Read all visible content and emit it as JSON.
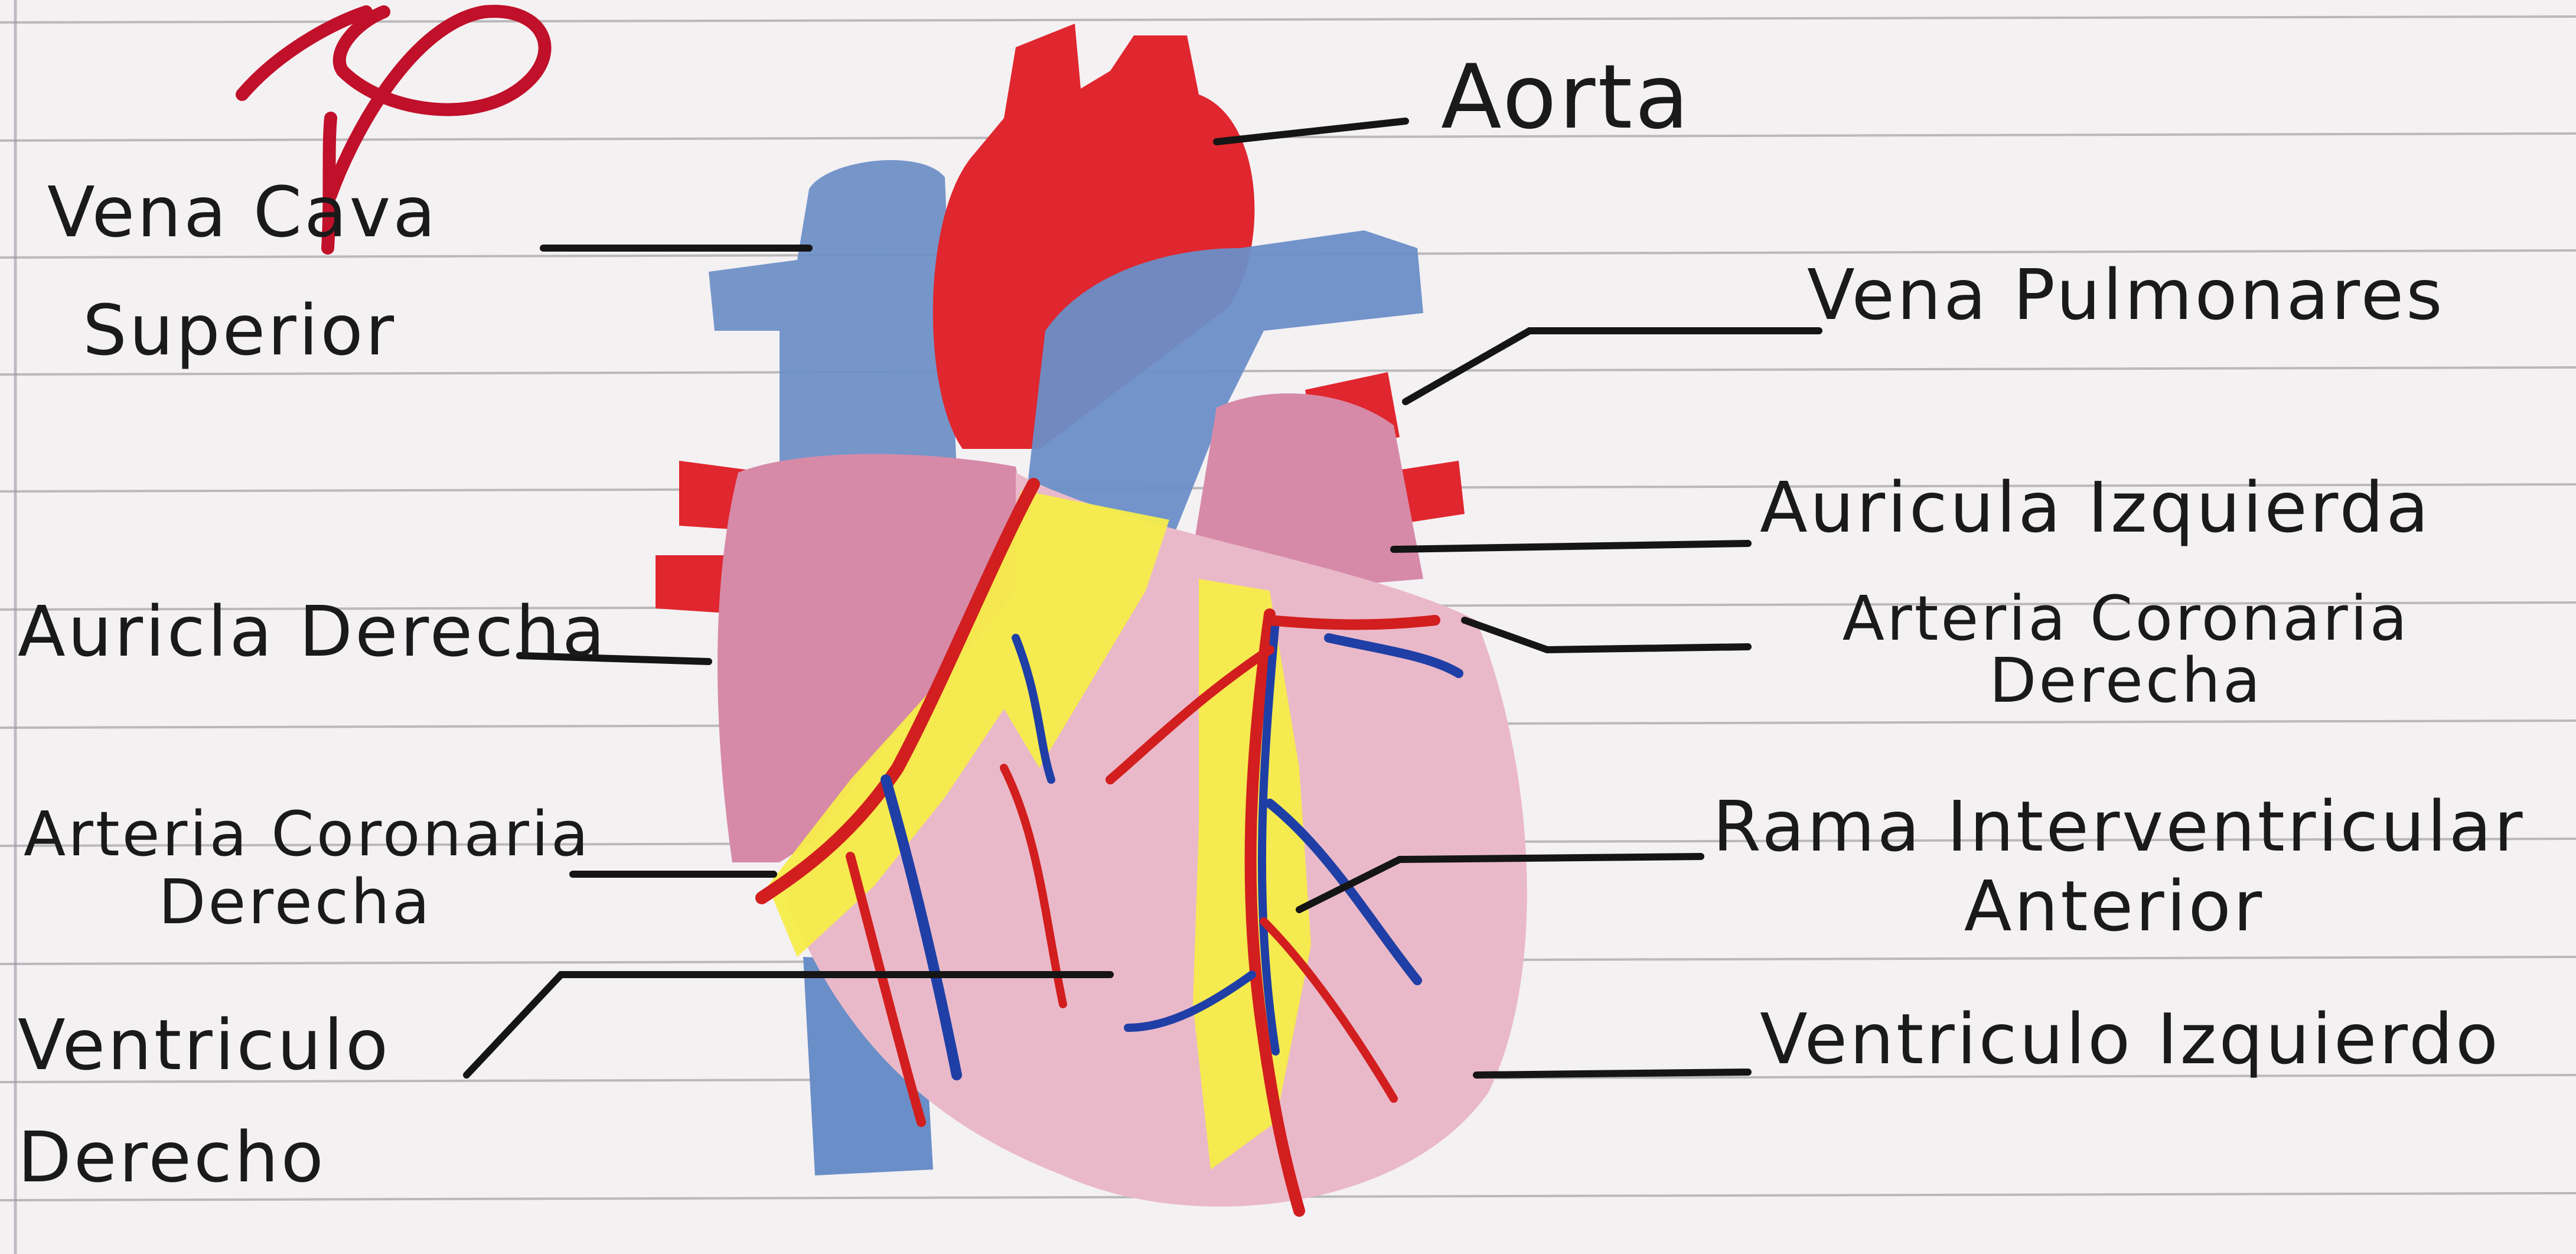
{
  "diagram": {
    "labels": {
      "aorta": "Aorta",
      "vena_cava_line1": "Vena Cava",
      "vena_cava_line2": "Superior",
      "vena_pulmonares": "Vena Pulmonares",
      "auricula_izquierda": "Auricula Izquierda",
      "arteria_coronaria_upper_line1": "Arteria Coronaria",
      "arteria_coronaria_upper_line2": "Derecha",
      "auricula_derecha": "Auricla Derecha",
      "arteria_coronaria_lower_line1": "Arteria Coronaria",
      "arteria_coronaria_lower_line2": "Derecha",
      "rama_line1": "Rama Interventricular",
      "rama_line2": "Anterior",
      "ventriculo_derecho_line1": "Ventriculo",
      "ventriculo_derecho_line2": "Derecho",
      "ventriculo_izquierdo": "Ventriculo Izquierdo"
    },
    "colors": {
      "paper": "#f4f1f3",
      "rule_line": "#8e8a90",
      "aorta_red": "#e0262e",
      "vein_blue": "#6a8ec7",
      "atrium_pink": "#d68aa8",
      "ventricle_pink": "#eab9c9",
      "fat_yellow": "#f5ec4a",
      "grade_mark": "#c0102a",
      "leader_line": "#151515"
    }
  }
}
